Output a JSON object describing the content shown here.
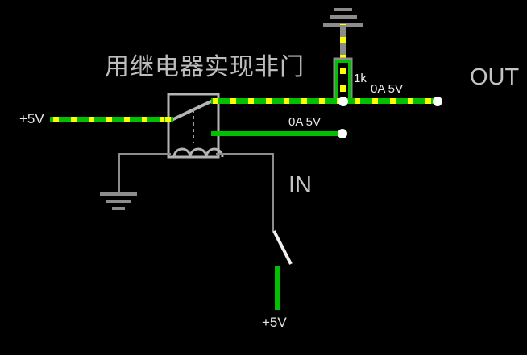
{
  "app": {
    "background_color": "#000000",
    "wire_color_green": "#00c000",
    "current_dot_color": "#ffff00",
    "wire_color_gray": "#8c8c8c",
    "terminal_color": "#ffffff",
    "text_color": "#c8c8c8"
  },
  "title": {
    "text": "用继电器实现非门"
  },
  "labels": {
    "supply_left": "+5V",
    "supply_bottom": "+5V",
    "resistor_value": "1k",
    "out": "OUT",
    "in": "IN",
    "measure_out": "0A 5V",
    "measure_no": "0A 5V"
  },
  "components": [
    {
      "name": "relay",
      "type": "spdt-relay",
      "state": "de-energized",
      "coil_turns": 3
    },
    {
      "name": "resistor",
      "type": "resistor",
      "value": "1k",
      "orientation": "vertical",
      "energized": true
    },
    {
      "name": "switch-input",
      "type": "spst-switch",
      "state": "open",
      "label": "IN"
    },
    {
      "name": "ground-top",
      "type": "ground",
      "orientation": "inverted"
    },
    {
      "name": "ground-bottom",
      "type": "ground",
      "orientation": "normal"
    },
    {
      "name": "terminal-out",
      "type": "output-terminal",
      "label": "OUT"
    },
    {
      "name": "terminal-nc",
      "type": "output-terminal",
      "label": "0A 5V"
    }
  ],
  "readouts": [
    {
      "name": "out-node",
      "current": "0A",
      "voltage": "5V"
    },
    {
      "name": "nc-node",
      "current": "0A",
      "voltage": "5V"
    }
  ]
}
